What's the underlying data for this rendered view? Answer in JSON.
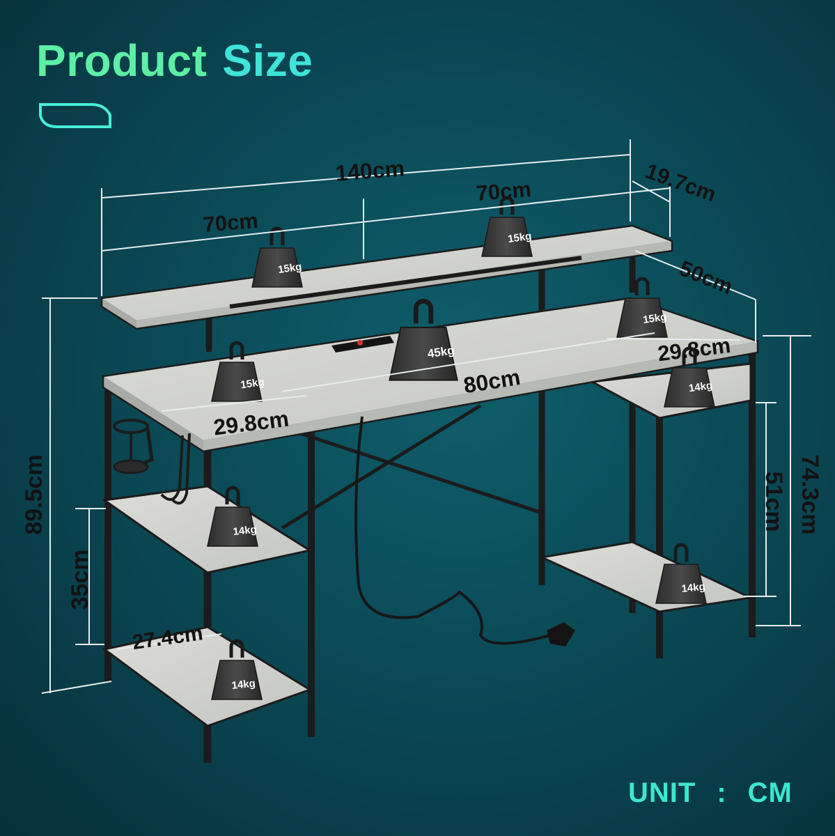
{
  "header": {
    "title_word1": "Product",
    "title_word2": "Size"
  },
  "colors": {
    "background": "#0b4a57",
    "title_green": "#5df0a4",
    "title_cyan": "#3fe3d8",
    "board": "#cfd0cb",
    "frame": "#1b1b1b",
    "weight": "#3a3a3a",
    "dimension_line": "#e8eef0"
  },
  "dimensions": {
    "overall_width": "140cm",
    "left_half": "70cm",
    "right_half": "70cm",
    "monitor_depth": "19.7cm",
    "desk_depth": "50cm",
    "desk_width": "80cm",
    "left_desk_depth": "29.8cm",
    "right_desk_depth": "29.8cm",
    "overall_height": "89.5cm",
    "desk_height": "74.3cm",
    "right_shelf_gap": "51cm",
    "left_shelf_gap": "35cm",
    "left_shelf_width": "27.4cm"
  },
  "weights": {
    "monitor_left": "15kg",
    "monitor_right": "15kg",
    "desktop_center": "45kg",
    "desktop_left": "15kg",
    "desktop_right": "15kg",
    "right_upper_shelf": "14kg",
    "right_lower_shelf": "14kg",
    "left_upper_shelf": "14kg",
    "left_lower_shelf": "14kg"
  },
  "footer": {
    "unit_label": "UNIT",
    "unit_separator": ":",
    "unit_value": "CM"
  }
}
